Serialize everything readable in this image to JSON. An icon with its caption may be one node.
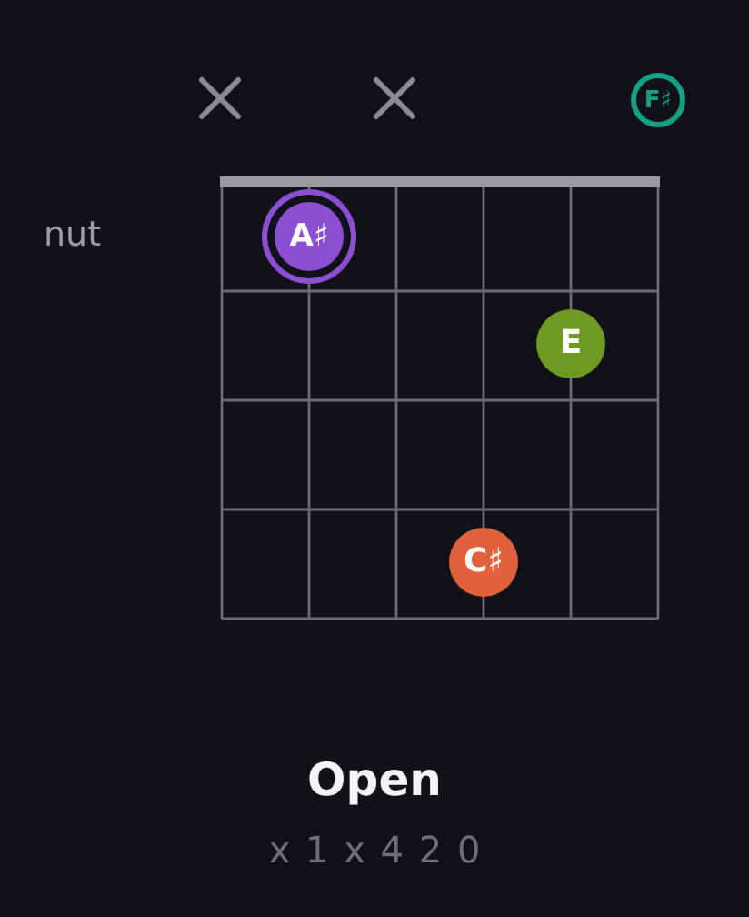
{
  "diagram": {
    "title": "Open",
    "nodes": [
      {
        "text": [
          "F♯"
        ]
      },
      {
        "text": [
          "A♯"
        ]
      },
      {
        "text": [
          "E"
        ]
      },
      {
        "text": [
          "C♯"
        ]
      }
    ],
    "labels": [
      "nut",
      "x 1 x 4 2 0"
    ]
  }
}
